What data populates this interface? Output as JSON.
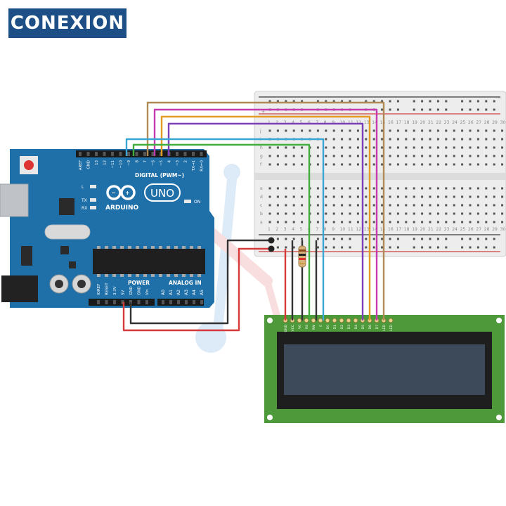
{
  "header": {
    "title": "CONEXION"
  },
  "arduino": {
    "brand": "ARDUINO",
    "model": "UNO",
    "digital_label": "DIGITAL (PWM~)",
    "analog_label": "ANALOG IN",
    "power_label": "POWER",
    "on_label": "ON",
    "led_labels": [
      "L",
      "TX",
      "RX"
    ],
    "digital_pins": [
      "AREF",
      "GND",
      "13",
      "12",
      "~11",
      "~10",
      "~9",
      "8",
      "7",
      "~6",
      "~5",
      "4",
      "~3",
      "2",
      "TX→1",
      "RX←0"
    ],
    "power_pins": [
      "IOREF",
      "RESET",
      "3.3V",
      "5V",
      "GND",
      "GND",
      "Vin"
    ],
    "analog_pins": [
      "A0",
      "A1",
      "A2",
      "A3",
      "A4",
      "A5"
    ]
  },
  "breadboard": {
    "row_letters_top": [
      "j",
      "i",
      "h",
      "g",
      "f"
    ],
    "row_letters_bottom": [
      "e",
      "d",
      "c",
      "b",
      "a"
    ],
    "column_numbers": [
      "1",
      "2",
      "3",
      "4",
      "5",
      "6",
      "7",
      "8",
      "9",
      "10",
      "11",
      "12",
      "13",
      "14",
      "15",
      "16",
      "17",
      "18",
      "19",
      "20",
      "21",
      "22",
      "23",
      "24",
      "25",
      "26",
      "27",
      "28",
      "29",
      "30"
    ],
    "rail_plus": "+",
    "rail_minus": "−"
  },
  "lcd": {
    "pins": [
      "GND",
      "VCC",
      "V0",
      "RS",
      "RW",
      "E",
      "D0",
      "D1",
      "D2",
      "D3",
      "D4",
      "D5",
      "D6",
      "D7",
      "LED",
      "LED"
    ]
  },
  "colors": {
    "board": "#1f6fa8",
    "lcd_pcb": "#4e9a3a",
    "lcd_screen": "#3c4a59",
    "wire_brown": "#b08a55",
    "wire_magenta": "#c43bb0",
    "wire_orange": "#e59a22",
    "wire_purple": "#7b3fb8",
    "wire_green": "#3fae3f",
    "wire_teal": "#3aa6d4",
    "wire_red": "#d63a3a",
    "wire_black": "#333333"
  }
}
